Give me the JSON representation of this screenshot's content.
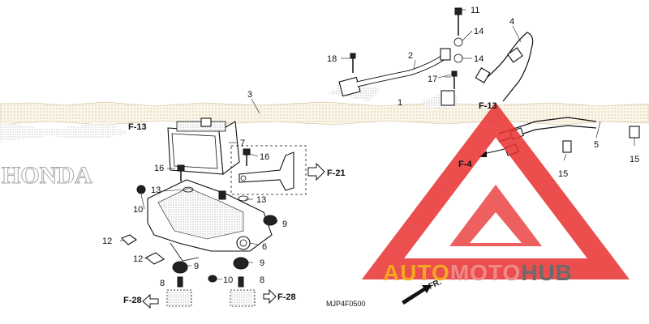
{
  "diagram": {
    "code": "MJP4F0500",
    "direction_label": "FR.",
    "watermark": {
      "brand_word": "HONDA",
      "site_name_part1": "AUTO",
      "site_name_part2": "MOTO",
      "site_name_part3": "HUB",
      "colors": {
        "triangle": "#e8302f",
        "auto": "#f6a623",
        "moto": "#f08a8a",
        "hub": "#6b6b6b"
      }
    },
    "callouts": [
      {
        "id": "c1",
        "label": "1"
      },
      {
        "id": "c2",
        "label": "2"
      },
      {
        "id": "c3",
        "label": "3"
      },
      {
        "id": "c4",
        "label": "4"
      },
      {
        "id": "c5",
        "label": "5"
      },
      {
        "id": "c6",
        "label": "6"
      },
      {
        "id": "c7",
        "label": "7"
      },
      {
        "id": "c8a",
        "label": "8"
      },
      {
        "id": "c8b",
        "label": "8"
      },
      {
        "id": "c9a",
        "label": "9"
      },
      {
        "id": "c9b",
        "label": "9"
      },
      {
        "id": "c9c",
        "label": "9"
      },
      {
        "id": "c10a",
        "label": "10"
      },
      {
        "id": "c10b",
        "label": "10"
      },
      {
        "id": "c11",
        "label": "11"
      },
      {
        "id": "c12a",
        "label": "12"
      },
      {
        "id": "c12b",
        "label": "12"
      },
      {
        "id": "c13a",
        "label": "13"
      },
      {
        "id": "c13b",
        "label": "13"
      },
      {
        "id": "c14a",
        "label": "14"
      },
      {
        "id": "c14b",
        "label": "14"
      },
      {
        "id": "c15a",
        "label": "15"
      },
      {
        "id": "c15b",
        "label": "15"
      },
      {
        "id": "c16a",
        "label": "16"
      },
      {
        "id": "c16b",
        "label": "16"
      },
      {
        "id": "c17",
        "label": "17"
      },
      {
        "id": "c18",
        "label": "18"
      }
    ],
    "references": [
      {
        "id": "r1",
        "label": "F-13"
      },
      {
        "id": "r2",
        "label": "F-21"
      },
      {
        "id": "r3",
        "label": "F-4"
      },
      {
        "id": "r4",
        "label": "F-28"
      },
      {
        "id": "r5",
        "label": "F-28"
      },
      {
        "id": "r6",
        "label": "F-13"
      }
    ]
  }
}
